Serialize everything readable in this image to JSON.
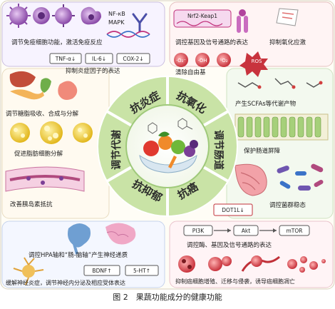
{
  "caption": "图 2　果蔬功能成分的健康功能",
  "center": {
    "sectors": [
      "抗炎症",
      "抗氧化",
      "调节肠道",
      "抗癌",
      "抗抑郁",
      "调节代谢"
    ]
  },
  "anti_inflammation": {
    "labels": {
      "nfkb": "NF-κB",
      "mapk": "MAPK",
      "immune": "调节免疫细胞功能，激活免疫反应",
      "tnf": "TNF-α↓",
      "il6": "IL-6↓",
      "cox2": "COX-2↓",
      "inhibit": "抑制炎症因子的表达"
    }
  },
  "antioxidant": {
    "labels": {
      "nrf2": "Nrf2-Keap1",
      "regulate": "调控基因及信号通路的表达",
      "inhibit_ox": "抑制氧化应激",
      "o2a": "·O₂⁻",
      "oh": "·OH",
      "o2b": "¹O₂",
      "ros": "ROS",
      "scavenge": "清除自由基"
    }
  },
  "gut": {
    "labels": {
      "scfa": "产生SCFAs等代谢产物",
      "barrier": "保护肠道屏障",
      "flora": "调控菌群稳态"
    }
  },
  "anticancer": {
    "labels": {
      "dot1l": "DOT1L↓",
      "pi3k": "PI3K",
      "akt": "Akt",
      "mtor": "mTOR",
      "pathway": "调控酶、基因及信号通路的表达",
      "inhibit": "抑制癌细胞增殖、迁移与侵袭，诱导癌细胞凋亡"
    }
  },
  "antidepression": {
    "labels": {
      "hpa": "调控HPA轴和“肠-脑轴”产生神经递质",
      "bdnf": "BDNF↑",
      "ht5": "5-HT↑",
      "relieve": "缓解神经炎症，调节神经内分泌及相应受体表达"
    }
  },
  "metabolism": {
    "labels": {
      "sugar": "调节糖脂吸收、合成与分解",
      "fat": "促进脂肪细胞分解",
      "insulin": "改善胰岛素抵抗"
    }
  },
  "colors": {
    "center_green": "#4a8a2c",
    "ring_green": "#c9e3a6",
    "panel_fill": "#fff9e8",
    "border_red": "#d23f3f",
    "magenta": "#c0307a",
    "purple": "#7b3f96",
    "blue": "#3b73c8",
    "cancer_red": "#c03038"
  }
}
